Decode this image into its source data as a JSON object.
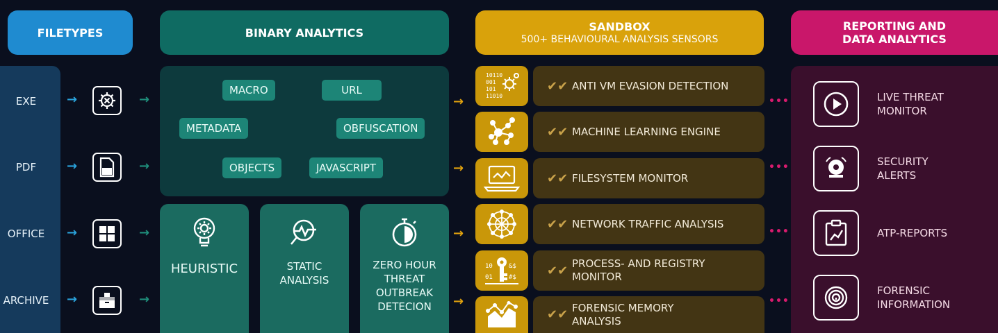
{
  "headers": {
    "filetypes": "FILETYPES",
    "binary": "BINARY ANALYTICS",
    "sandbox_title": "SANDBOX",
    "sandbox_sub": "500+ BEHAVIOURAL ANALYSIS SENSORS",
    "reporting_line1": "REPORTING AND",
    "reporting_line2": "DATA ANALYTICS"
  },
  "filetypes": [
    {
      "label": "EXE",
      "icon": "gear-tools-icon"
    },
    {
      "label": "PDF",
      "icon": "document-icon"
    },
    {
      "label": "OFFICE",
      "icon": "windows-icon"
    },
    {
      "label": "ARCHIVE",
      "icon": "archive-box-icon"
    }
  ],
  "tags": [
    "MACRO",
    "URL",
    "METADATA",
    "OBFUSCATION",
    "OBJECTS",
    "JAVASCRIPT"
  ],
  "analytics_cards": [
    {
      "icon": "bulb-gear-icon",
      "lines": [
        "HEURISTIC"
      ]
    },
    {
      "icon": "magnifier-pulse-icon",
      "lines": [
        "STATIC",
        "ANALYSIS"
      ]
    },
    {
      "icon": "stopwatch-icon",
      "lines": [
        "ZERO HOUR",
        "THREAT",
        "OUTBREAK",
        "DETECION"
      ]
    }
  ],
  "sandbox_icon_text": {
    "binary": [
      "10110",
      "001",
      "101",
      "11010"
    ],
    "key_left": [
      "10",
      "01"
    ],
    "key_right": [
      "&$",
      "#$"
    ]
  },
  "sandbox_items": [
    {
      "icon": "binary-gear-icon",
      "lines": [
        "ANTI VM EVASION DETECTION"
      ]
    },
    {
      "icon": "neural-network-icon",
      "lines": [
        "MACHINE LEARNING ENGINE"
      ]
    },
    {
      "icon": "laptop-monitor-icon",
      "lines": [
        "FILESYSTEM MONITOR"
      ]
    },
    {
      "icon": "network-globe-icon",
      "lines": [
        "NETWORK TRAFFIC ANALYSIS"
      ]
    },
    {
      "icon": "key-registry-icon",
      "lines": [
        "PROCESS- AND REGISTRY",
        "MONITOR"
      ]
    },
    {
      "icon": "memory-chart-icon",
      "lines": [
        "FORENSIC MEMORY",
        "ANALYSIS"
      ]
    }
  ],
  "reports": [
    {
      "icon": "play-circle-icon",
      "lines": [
        "LIVE THREAT",
        "MONITOR"
      ]
    },
    {
      "icon": "alarm-icon",
      "lines": [
        "SECURITY",
        "ALERTS"
      ]
    },
    {
      "icon": "clipboard-chart-icon",
      "lines": [
        "ATP-REPORTS"
      ]
    },
    {
      "icon": "fingerprint-icon",
      "lines": [
        "FORENSIC",
        "INFORMATION"
      ]
    }
  ],
  "colors": {
    "filetypes": "#1f8bd0",
    "binary": "#0f6b62",
    "sandbox": "#d9a20b",
    "reporting": "#c9176a"
  }
}
